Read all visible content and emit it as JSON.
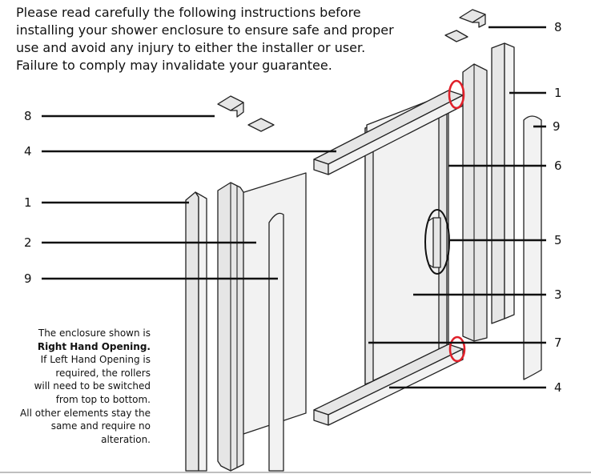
{
  "intro": {
    "lines": [
      "Please read carefully the following instructions before",
      "installing your shower enclosure to ensure safe and proper",
      "use and avoid any injury to either the installer or user.",
      "Failure to comply may invalidate your guarantee."
    ]
  },
  "note": {
    "line1": "The enclosure shown is",
    "line2": "Right Hand Opening.",
    "line3": "If Left Hand Opening is",
    "line4": "required, the rollers",
    "line5": "will need to be switched",
    "line6": "from top to bottom.",
    "line7": "All other elements stay the",
    "line8": "same and require no",
    "line9": "alteration."
  },
  "callouts": {
    "left": {
      "c8": "8",
      "c4": "4",
      "c1": "1",
      "c2": "2",
      "c9": "9"
    },
    "right": {
      "c8": "8",
      "c1": "1",
      "c9": "9",
      "c6": "6",
      "c5": "5",
      "c3": "3",
      "c7": "7",
      "c4": "4"
    }
  },
  "colors": {
    "highlight": "#e0202a",
    "part_fill": "#e6e6e6",
    "outline": "#222222"
  }
}
